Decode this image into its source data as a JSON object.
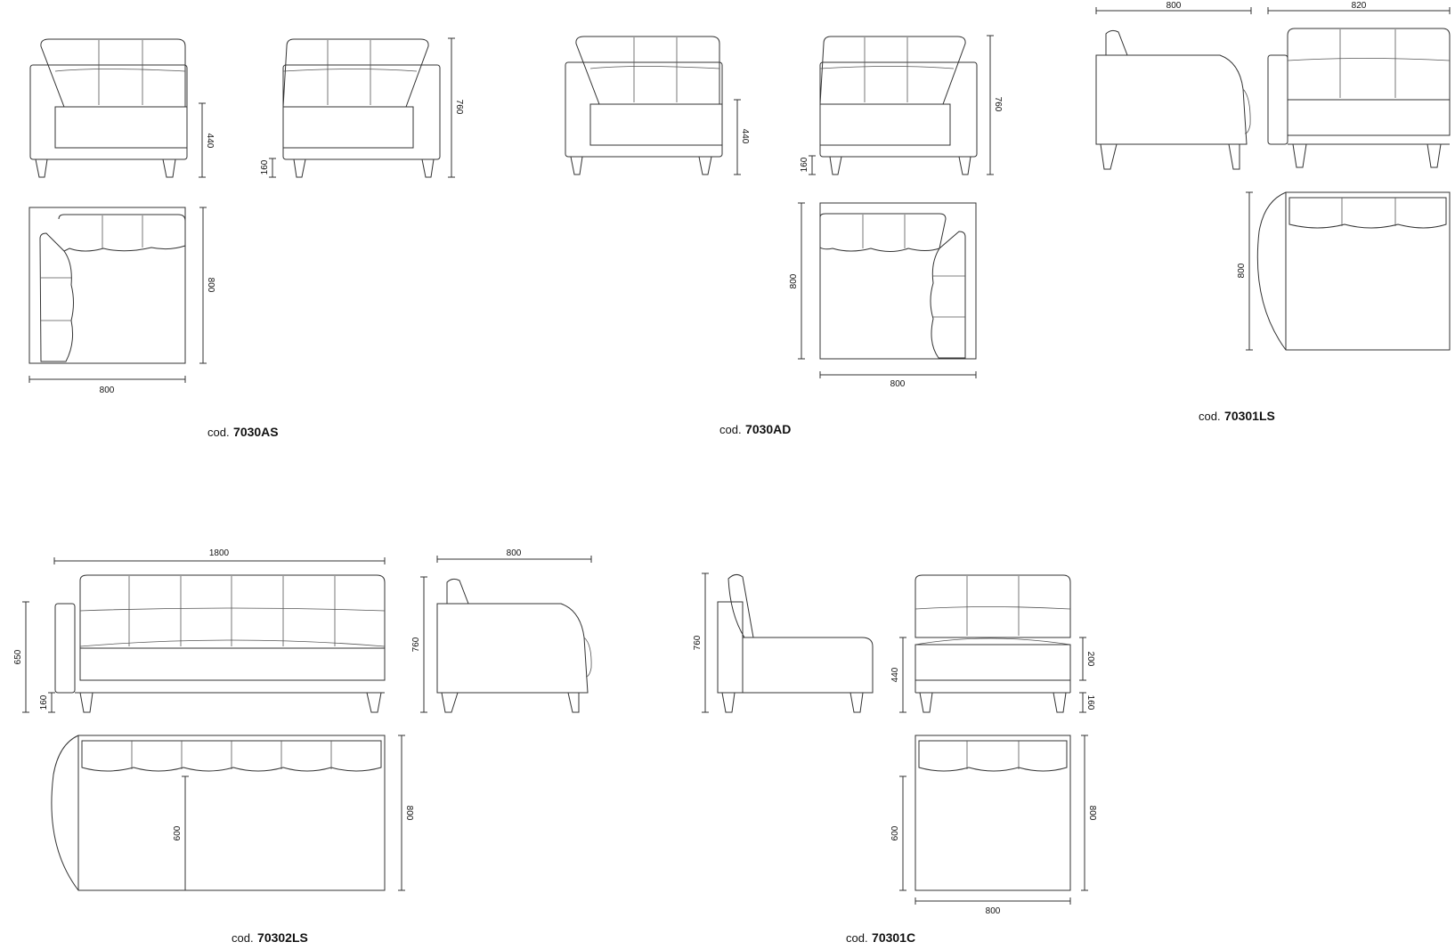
{
  "products": [
    {
      "cod_label": "cod.",
      "code": "7030AS"
    },
    {
      "cod_label": "cod.",
      "code": "7030AD"
    },
    {
      "cod_label": "cod.",
      "code": "70301LS"
    },
    {
      "cod_label": "cod.",
      "code": "70302LS"
    },
    {
      "cod_label": "cod.",
      "code": "70301C"
    }
  ],
  "dimensions": {
    "as": {
      "seat_h": "440",
      "total_h": "760",
      "leg_h": "160",
      "depth": "800",
      "width": "800"
    },
    "ad": {
      "seat_h": "440",
      "total_h": "760",
      "leg_h": "160",
      "depth": "800",
      "width": "800"
    },
    "ls1": {
      "side_w": "800",
      "front_w": "820",
      "depth": "800"
    },
    "ls2": {
      "width": "1800",
      "side_w": "800",
      "arm_h": "650",
      "leg_h": "160",
      "side_h": "760",
      "seat_d": "600",
      "depth": "800"
    },
    "c1": {
      "side_h": "760",
      "seat_h": "440",
      "cushion_h": "200",
      "leg_h": "160",
      "depth": "800",
      "seat_d": "600",
      "width": "800"
    }
  }
}
